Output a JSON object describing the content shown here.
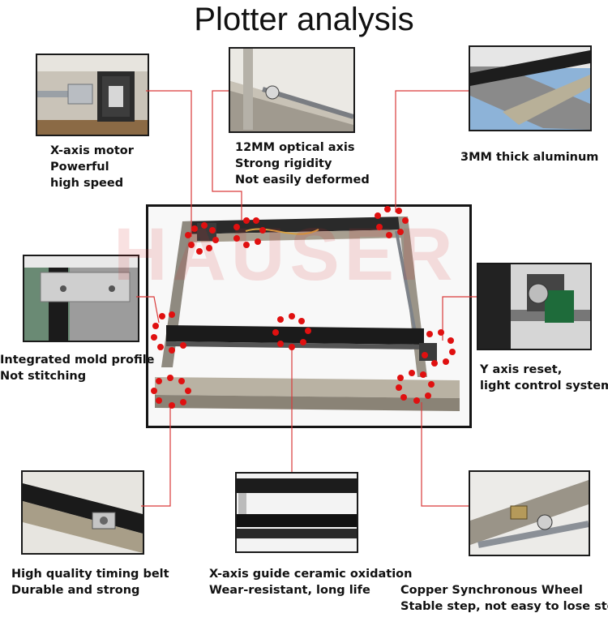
{
  "title": "Plotter analysis",
  "watermark": "HAUSER",
  "colors": {
    "connector": "#d93a3a",
    "marker": "#e01010",
    "frame": "#151515"
  },
  "callouts": {
    "x_axis_motor": [
      "X-axis motor",
      "Powerful",
      "high speed"
    ],
    "optical_axis": [
      "12MM optical axis",
      "Strong rigidity",
      "Not easily deformed"
    ],
    "aluminum": [
      "3MM thick aluminum"
    ],
    "mold_profile": [
      "Integrated mold profile",
      "Not stitching"
    ],
    "y_axis_reset": [
      "Y axis reset,",
      "light control system"
    ],
    "timing_belt": [
      "High quality timing belt",
      "Durable and strong"
    ],
    "guide_oxidation": [
      "X-axis guide ceramic oxidation",
      "Wear-resistant, long life"
    ],
    "copper_wheel": [
      "Copper Synchronous Wheel",
      "Stable step, not easy to lose step"
    ]
  }
}
